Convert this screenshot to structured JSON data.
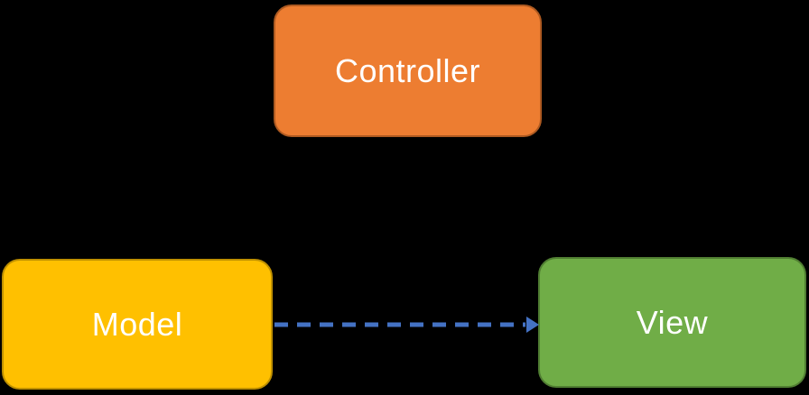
{
  "diagram": {
    "background": "#000000",
    "nodes": [
      {
        "id": "controller",
        "label": "Controller",
        "fill": "#ED7D31",
        "border": "#AE5A21",
        "text_color": "#FFFFFF"
      },
      {
        "id": "model",
        "label": "Model",
        "fill": "#FFC000",
        "border": "#BF9000",
        "text_color": "#FFFFFF"
      },
      {
        "id": "view",
        "label": "View",
        "fill": "#70AD47",
        "border": "#507E32",
        "text_color": "#FFFFFF"
      }
    ],
    "connector": {
      "from": "Model",
      "to": "View",
      "line_style": "dashed",
      "color": "#4472C4"
    }
  }
}
